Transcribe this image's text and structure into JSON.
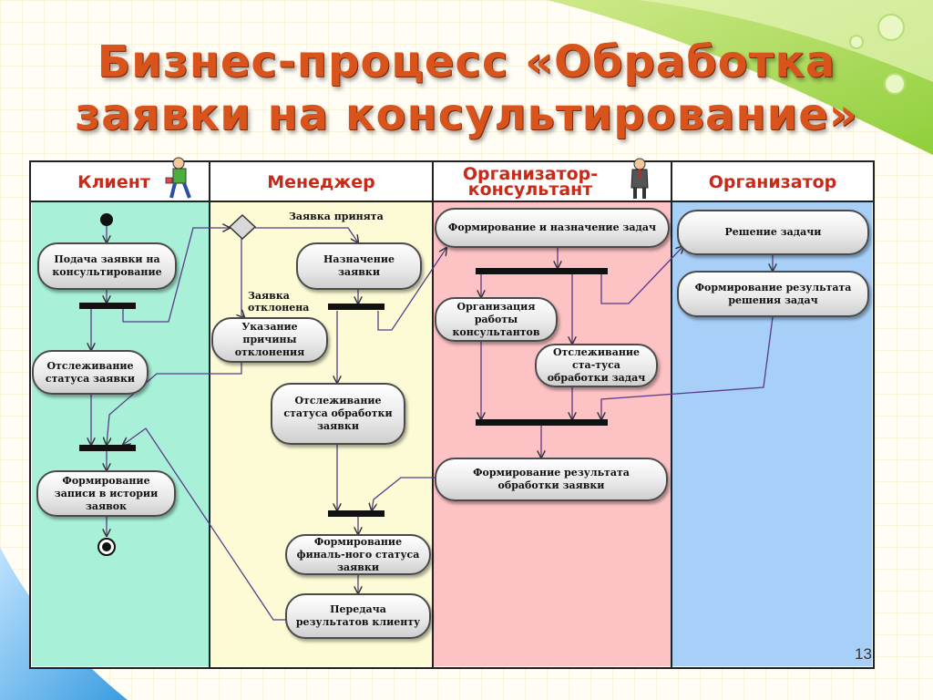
{
  "title": {
    "line1": "Бизнес-процесс «Обработка",
    "line2": "заявки на консультирование»"
  },
  "lanes": [
    {
      "name": "Клиент",
      "color": "#a8f0d8"
    },
    {
      "name": "Менеджер",
      "color": "#fdfbd5"
    },
    {
      "name": "Организатор-консультант",
      "name_line1": "Организатор-",
      "name_line2": "консультант",
      "color": "#fcc2c4"
    },
    {
      "name": "Организатор",
      "color": "#a8cff7"
    }
  ],
  "nodes": {
    "submit_request": "Подача заявки на консультирование",
    "track_request": "Отслеживание статуса заявки",
    "history_record": "Формирование записи в истории заявок",
    "rejection_reason": "Указание причины отклонения",
    "assign_request": "Назначение заявки",
    "track_processing": "Отслеживание статуса обработки заявки",
    "final_status": "Формирование финаль-ного статуса заявки",
    "transfer_results": "Передача результатов клиенту",
    "form_tasks": "Формирование и назначение задач",
    "organize_consultants": "Организация работы консультантов",
    "track_tasks": "Отслеживание ста-туса обработки задач",
    "form_processing_result": "Формирование результата обработки заявки",
    "solve_tasks": "Решение задачи",
    "form_tasks_result": "Формирование результата решения задач"
  },
  "guards": {
    "accepted": "Заявка принята",
    "rejected": "Заявка отклонена"
  },
  "page_number": "13",
  "colors": {
    "title": "#d9541c",
    "lane_header_text": "#c82a1a",
    "flow_line": "#5a3a8a",
    "bar": "#111111"
  }
}
